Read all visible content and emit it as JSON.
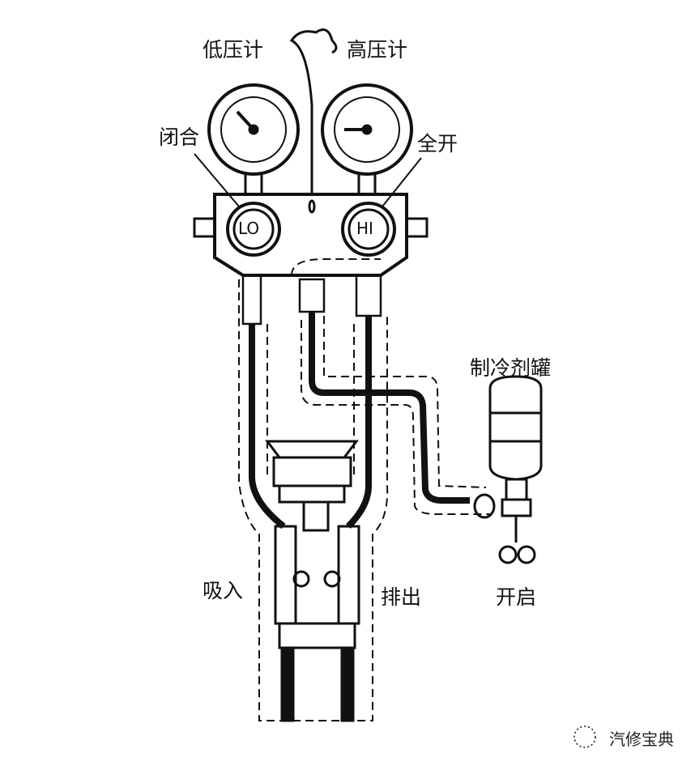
{
  "labels": {
    "low_gauge": "低压计",
    "high_gauge": "高压计",
    "closed": "闭合",
    "fully_open": "全开",
    "lo": "LO",
    "hi": "HI",
    "refrigerant_can": "制冷剂罐",
    "suction": "吸入",
    "discharge": "排出",
    "open": "开启"
  },
  "watermark": "汽修宝典"
}
